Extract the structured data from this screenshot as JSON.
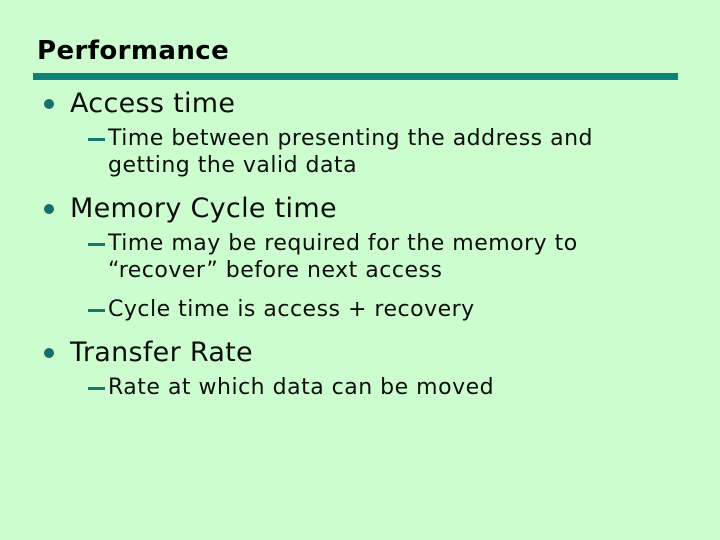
{
  "colors": {
    "background": "#ccfdcf",
    "accent_teal": "#0c8278",
    "bullet_teal": "#156f68",
    "title_text": "#000000",
    "body_text": "#0e0e0e"
  },
  "icons": {
    "level1_bullet": "teal-filled-circle",
    "level2_bullet": "teal-dash"
  },
  "slide": {
    "title": "Performance",
    "bullets": [
      {
        "label": "Access time",
        "subs": [
          {
            "lines": [
              "Time between presenting the address and",
              "getting the valid data"
            ]
          }
        ]
      },
      {
        "label": "Memory Cycle time",
        "subs": [
          {
            "lines": [
              "Time may be required for the memory to",
              "“recover” before next access"
            ]
          },
          {
            "lines": [
              "Cycle time is access + recovery"
            ]
          }
        ]
      },
      {
        "label": "Transfer Rate",
        "subs": [
          {
            "lines": [
              "Rate at which data can be moved"
            ]
          }
        ]
      }
    ]
  }
}
